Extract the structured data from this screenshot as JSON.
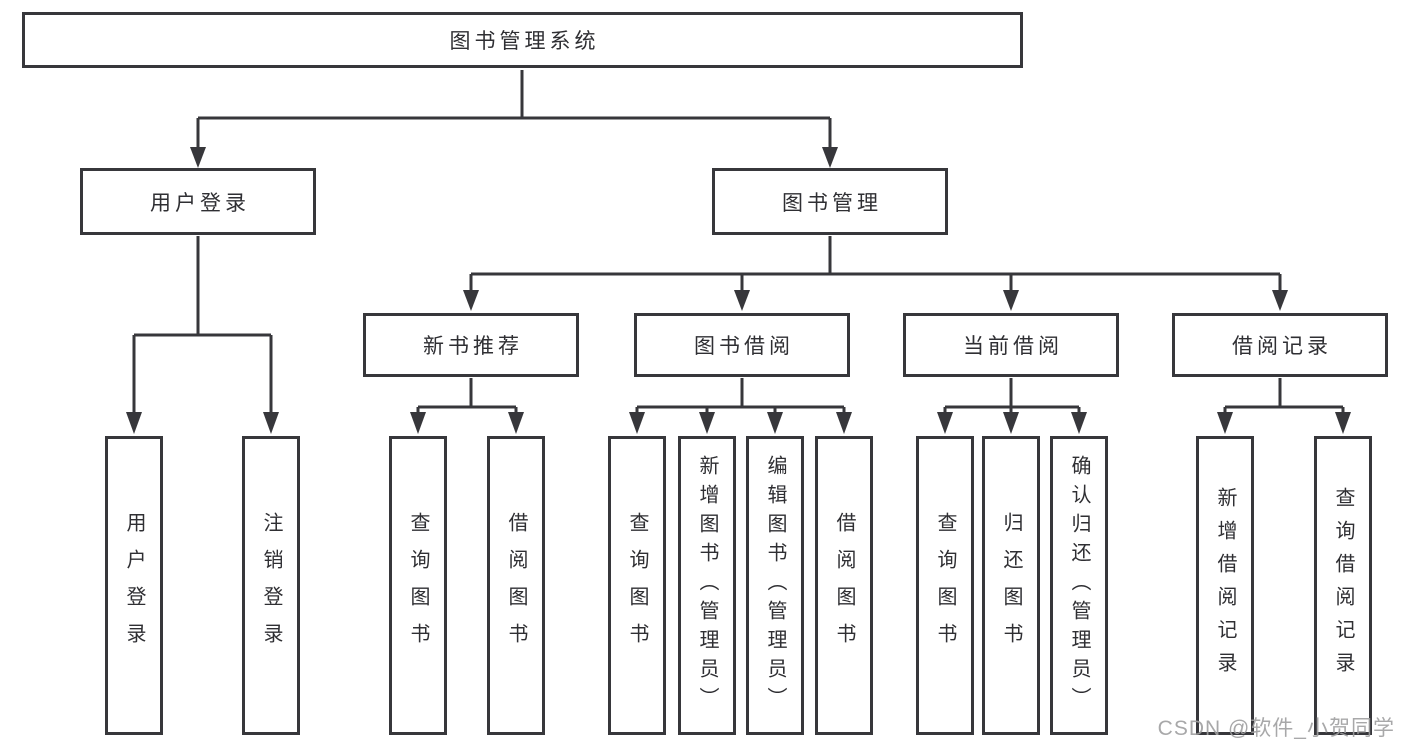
{
  "diagram": {
    "title": "图书管理系统",
    "watermark": "CSDN @软件_小贺同学",
    "colors": {
      "line": "#37373b",
      "text": "#2f2f33",
      "box_background": "#ffffff",
      "watermark": "#9e9ea0",
      "background": "#ffffff"
    },
    "nodes": {
      "root": {
        "label": "图书管理系统"
      },
      "user_login": {
        "label": "用户登录"
      },
      "book_mgmt": {
        "label": "图书管理"
      },
      "new_book_rec": {
        "label": "新书推荐"
      },
      "book_borrow": {
        "label": "图书借阅"
      },
      "current_borrow": {
        "label": "当前借阅"
      },
      "borrow_record": {
        "label": "借阅记录"
      },
      "leaf_user_login": {
        "label": "用户登录"
      },
      "leaf_logout": {
        "label": "注销登录"
      },
      "leaf_rec_query_book": {
        "label": "查询图书"
      },
      "leaf_rec_borrow_book": {
        "label": "借阅图书"
      },
      "leaf_bb_query_book": {
        "label": "查询图书"
      },
      "leaf_bb_add_book": {
        "label": "新增图书（管理员）"
      },
      "leaf_bb_edit_book": {
        "label": "编辑图书（管理员）"
      },
      "leaf_bb_borrow_book": {
        "label": "借阅图书"
      },
      "leaf_cb_query_book": {
        "label": "查询图书"
      },
      "leaf_cb_return_book": {
        "label": "归还图书"
      },
      "leaf_cb_confirm_return": {
        "label": "确认归还（管理员）"
      },
      "leaf_br_add_record": {
        "label": "新增借阅记录"
      },
      "leaf_br_query_record": {
        "label": "查询借阅记录"
      }
    },
    "edges": [
      {
        "from": "root",
        "to": [
          "user_login",
          "book_mgmt"
        ]
      },
      {
        "from": "user_login",
        "to": [
          "leaf_user_login",
          "leaf_logout"
        ]
      },
      {
        "from": "book_mgmt",
        "to": [
          "new_book_rec",
          "book_borrow",
          "current_borrow",
          "borrow_record"
        ]
      },
      {
        "from": "new_book_rec",
        "to": [
          "leaf_rec_query_book",
          "leaf_rec_borrow_book"
        ]
      },
      {
        "from": "book_borrow",
        "to": [
          "leaf_bb_query_book",
          "leaf_bb_add_book",
          "leaf_bb_edit_book",
          "leaf_bb_borrow_book"
        ]
      },
      {
        "from": "current_borrow",
        "to": [
          "leaf_cb_query_book",
          "leaf_cb_return_book",
          "leaf_cb_confirm_return"
        ]
      },
      {
        "from": "borrow_record",
        "to": [
          "leaf_br_add_record",
          "leaf_br_query_record"
        ]
      }
    ]
  }
}
